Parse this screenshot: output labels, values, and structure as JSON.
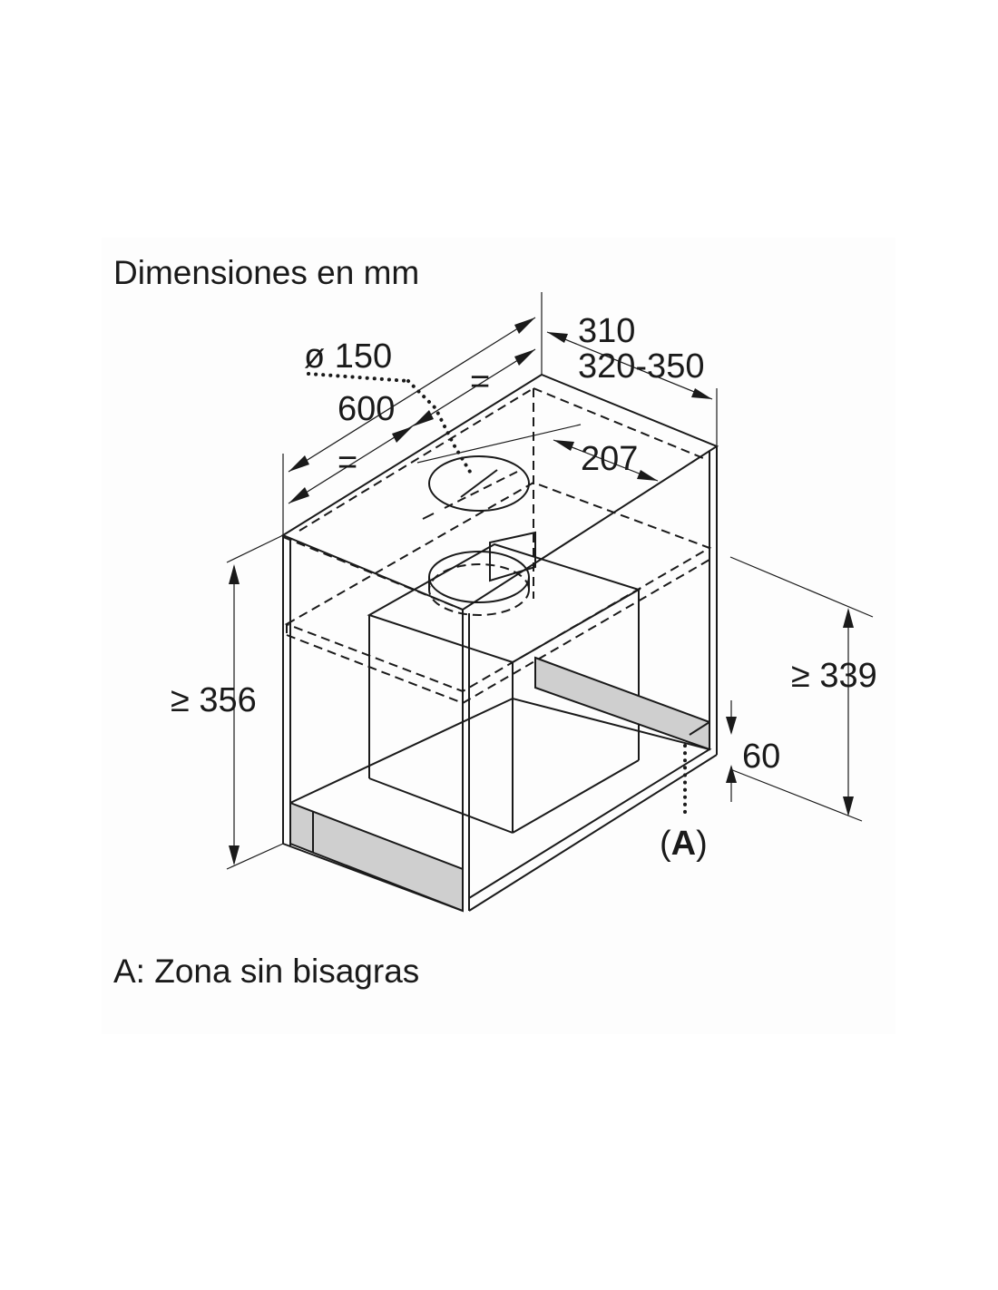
{
  "title": "Dimensiones en mm",
  "legend": "A: Zona sin bisagras",
  "dimensions": {
    "diameter": "ø 150",
    "width": "600",
    "equal_top": "=",
    "equal_left": "=",
    "depth_1": "310",
    "depth_2": "320-350",
    "offset": "207",
    "height_left": "≥ 356",
    "height_right": "≥ 339",
    "strip": "60"
  },
  "marker": {
    "open": "(",
    "letter": "A",
    "close": ")"
  },
  "colors": {
    "line": "#1a1a1a",
    "hinge_zone": "#cfcfcf"
  }
}
